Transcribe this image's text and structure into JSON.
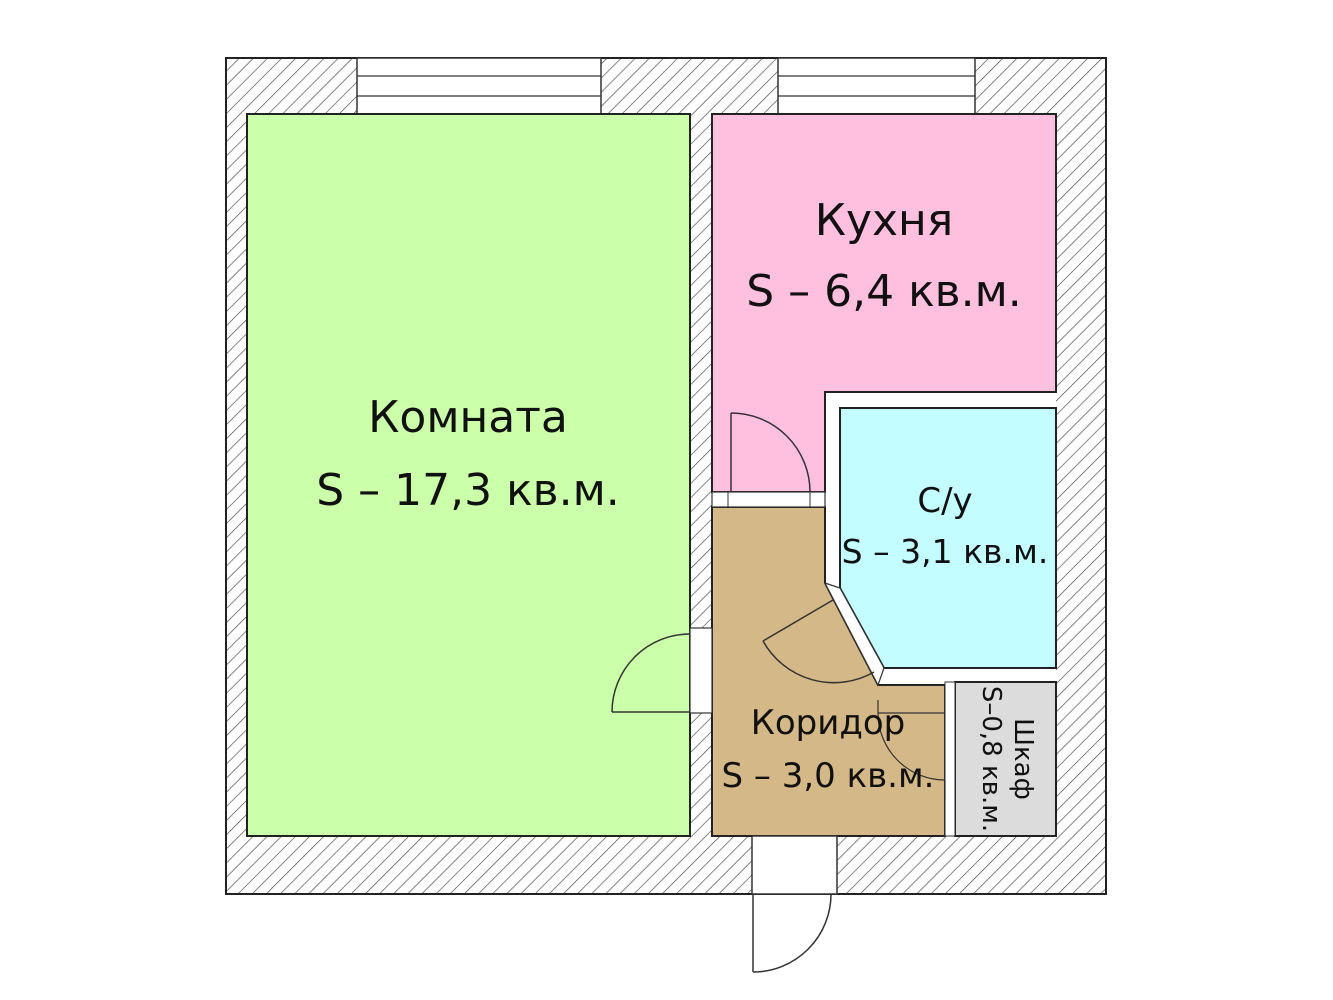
{
  "rooms": {
    "komnata": {
      "name": "Комната",
      "area": "S – 17,3 кв.м.",
      "color": "#ccffaa"
    },
    "kukhnya": {
      "name": "Кухня",
      "area": "S – 6,4 кв.м.",
      "color": "#ffc0e0"
    },
    "su": {
      "name": "С/у",
      "area": "S – 3,1 кв.м.",
      "color": "#c4fdff"
    },
    "koridor": {
      "name": "Коридор",
      "area": "S – 3,0 кв.м.",
      "color": "#d4b888"
    },
    "shkaf": {
      "name": "Шкаф",
      "area": "S–0,8 кв.м.",
      "color": "#dcdcdc"
    }
  },
  "walls": {
    "hatch_color": "#333333",
    "fill_color": "#ffffff"
  },
  "icons": [
    "window-icon",
    "door-swing-icon"
  ]
}
